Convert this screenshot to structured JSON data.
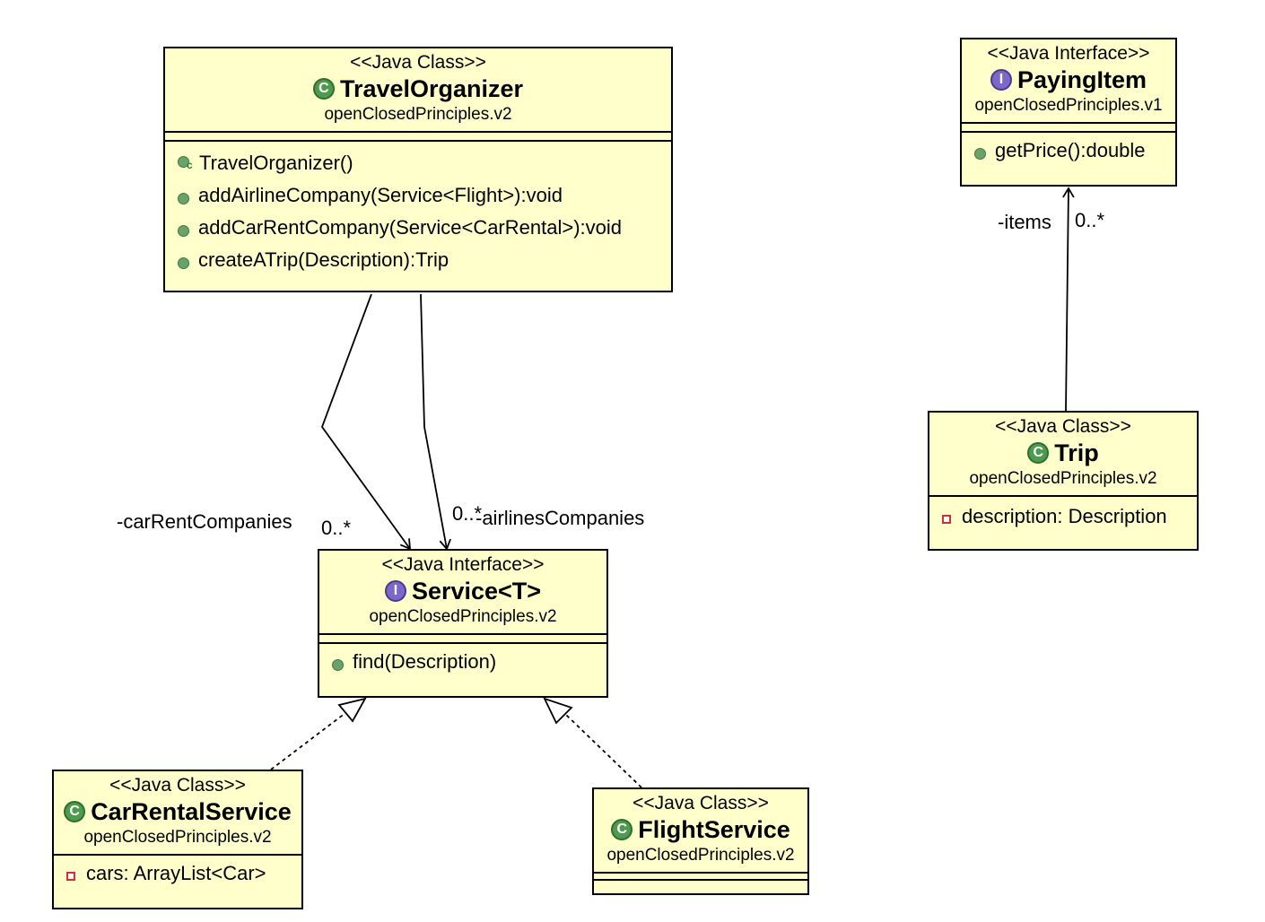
{
  "classes": {
    "travel_organizer": {
      "stereotype": "<<Java Class>>",
      "name": "TravelOrganizer",
      "package": "openClosedPrinciples.v2",
      "operations": [
        "TravelOrganizer()",
        "addAirlineCompany(Service<Flight>):void",
        "addCarRentCompany(Service<CarRental>):void",
        "createATrip(Description):Trip"
      ]
    },
    "paying_item": {
      "stereotype": "<<Java Interface>>",
      "name": "PayingItem",
      "package": "openClosedPrinciples.v1",
      "operations": [
        "getPrice():double"
      ]
    },
    "trip": {
      "stereotype": "<<Java Class>>",
      "name": "Trip",
      "package": "openClosedPrinciples.v2",
      "attributes": [
        "description: Description"
      ]
    },
    "service": {
      "stereotype": "<<Java Interface>>",
      "name": "Service<T>",
      "package": "openClosedPrinciples.v2",
      "operations": [
        "find(Description)"
      ]
    },
    "car_rental_service": {
      "stereotype": "<<Java Class>>",
      "name": "CarRentalService",
      "package": "openClosedPrinciples.v2",
      "attributes": [
        "cars: ArrayList<Car>"
      ]
    },
    "flight_service": {
      "stereotype": "<<Java Class>>",
      "name": "FlightService",
      "package": "openClosedPrinciples.v2"
    }
  },
  "edge_labels": {
    "car_rent_companies_role": "-carRentCompanies",
    "car_rent_companies_mult": "0..*",
    "airlines_companies_mult": "0..*",
    "airlines_companies_role": "-airlinesCompanies",
    "items_role": "-items",
    "items_mult": "0..*"
  },
  "icons": {
    "class_letter": "C",
    "interface_letter": "I",
    "constructor_mark": "c"
  }
}
